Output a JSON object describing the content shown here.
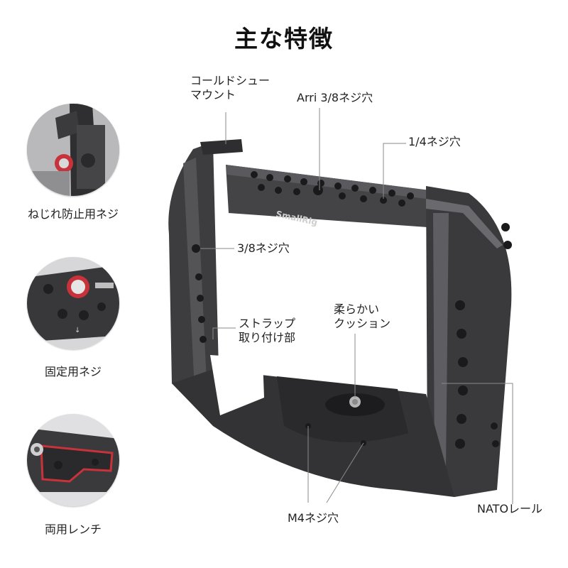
{
  "title": "主な特徴",
  "features": [
    {
      "caption": "ねじれ防止用ネジ",
      "icon": "anti-twist-screw-closeup"
    },
    {
      "caption": "固定用ネジ",
      "icon": "fixing-screw-closeup"
    },
    {
      "caption": "両用レンチ",
      "icon": "dual-use-wrench-closeup"
    }
  ],
  "callouts": {
    "cold_shoe_line1": "コールドシュー",
    "cold_shoe_line2": "マウント",
    "arri": "Arri 3/8ネジ穴",
    "quarter": "1/4ネジ穴",
    "three_eighths": "3/8ネジ穴",
    "strap_line1": "ストラップ",
    "strap_line2": "取り付け部",
    "cushion_line1": "柔らかい",
    "cushion_line2": "クッション",
    "m4": "M4ネジ穴",
    "nato": "NATOレール"
  },
  "brand": "SmallRig",
  "colors": {
    "cage": "#3d3d40",
    "cage_highlight": "#6a6a6e",
    "accent_red": "#c8323a",
    "leader_line": "#8a8a8a"
  }
}
